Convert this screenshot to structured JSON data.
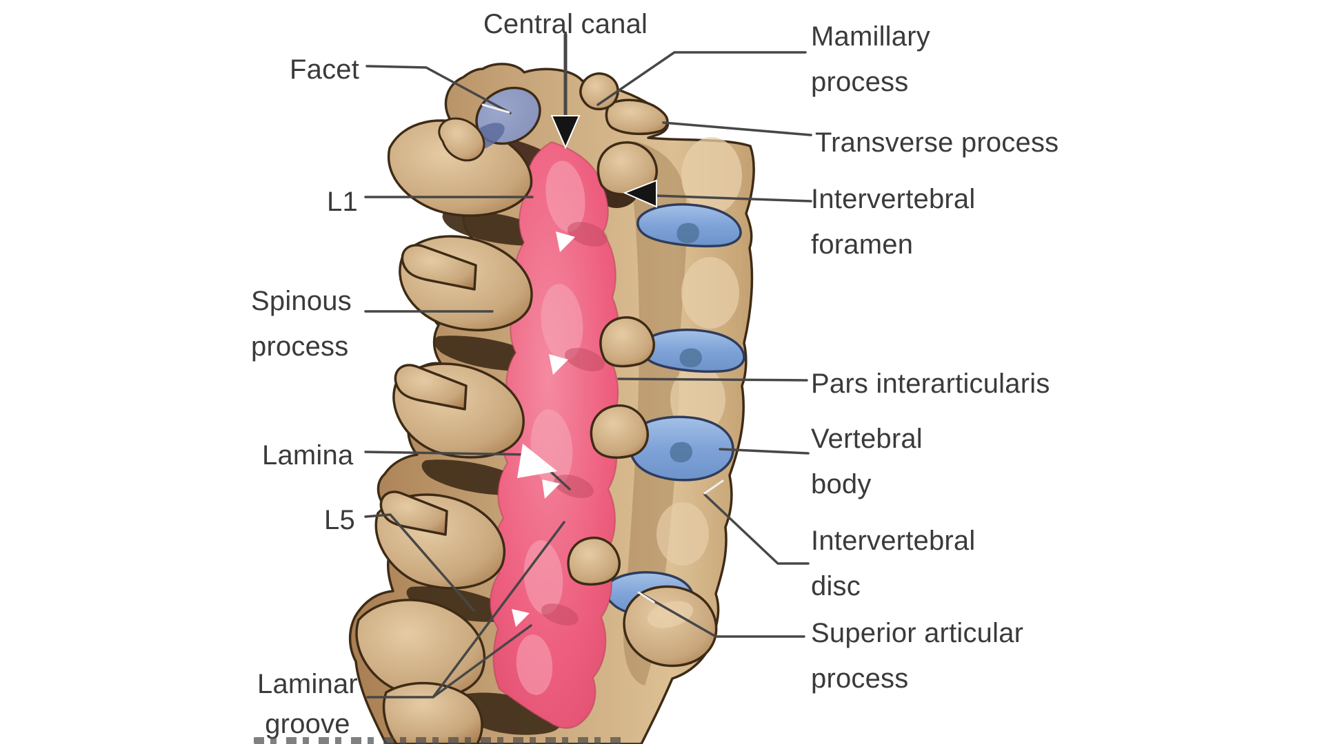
{
  "figure": {
    "type": "anatomical-diagram",
    "labels": {
      "central_canal": [
        "Central canal"
      ],
      "facet": [
        "Facet"
      ],
      "mamillary_process": [
        "Mamillary",
        "process"
      ],
      "transverse_process": [
        "Transverse process"
      ],
      "intervertebral_foramen": [
        "Intervertebral",
        "foramen"
      ],
      "l1": [
        "L1"
      ],
      "spinous_process": [
        "Spinous",
        "process"
      ],
      "pars_interarticularis": [
        "Pars interarticularis"
      ],
      "vertebral_body": [
        "Vertebral",
        "body"
      ],
      "lamina": [
        "Lamina"
      ],
      "intervertebral_disc": [
        "Intervertebral",
        "disc"
      ],
      "l5": [
        "L5"
      ],
      "superior_articular_process": [
        "Superior articular",
        "process"
      ],
      "laminar_groove": [
        "Laminar",
        "groove"
      ]
    },
    "color_coding": {
      "bone": "#C8A478",
      "facet": "#8A95BD",
      "laminar_groove_highlight": "#EE5E7E",
      "intervertebral_disc": "#7FA3D8",
      "interlaminar_shadow": "#4C5B72",
      "leader_line": "#474747",
      "label_text": "#3A3A3A",
      "background": "#FFFFFF"
    }
  }
}
